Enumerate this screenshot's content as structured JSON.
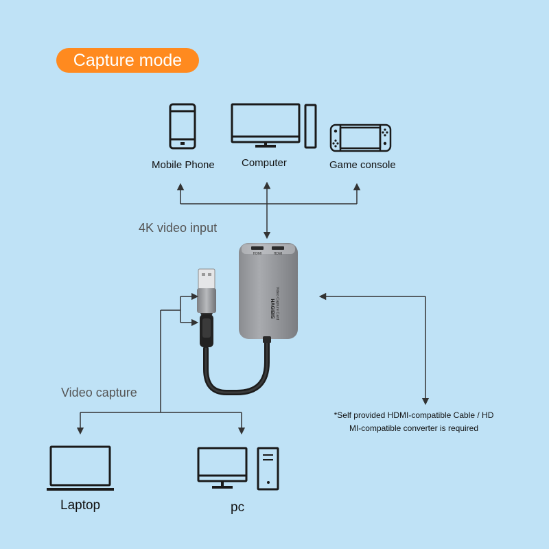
{
  "title": "Capture mode",
  "sources": {
    "phone": "Mobile Phone",
    "computer": "Computer",
    "console": "Game console"
  },
  "input_label": "4K video input",
  "capture_label": "Video capture",
  "targets": {
    "laptop": "Laptop",
    "pc": "pc"
  },
  "note": {
    "line1": "*Self provided HDMI-compatible Cable / HD",
    "line2": "MI-compatible converter is required"
  },
  "device": {
    "brand": "HAGIBIS",
    "product": "Video Capture Card",
    "port_left": "HDMI",
    "port_right": "HDMI"
  },
  "colors": {
    "background": "#bfe2f6",
    "accent": "#ff8a1f"
  }
}
